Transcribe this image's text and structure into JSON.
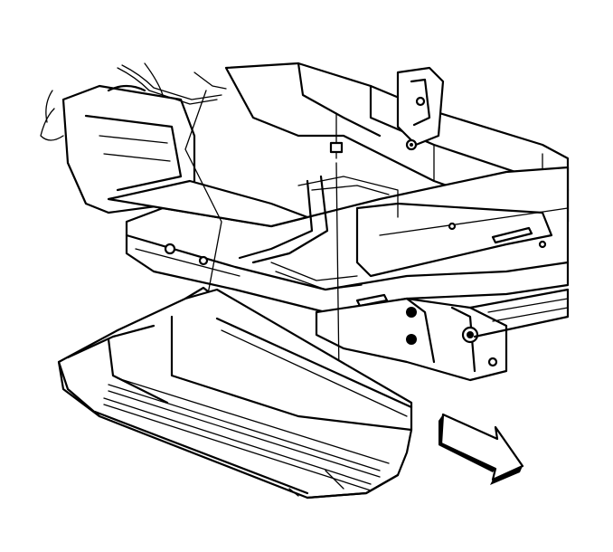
{
  "figure": {
    "subject": "running-board-assist-step-removal",
    "colors": {
      "line": "#000000",
      "background": "#ffffff"
    },
    "icons": [
      "frame-rail",
      "fuel-tank",
      "brake-lines",
      "running-board-step",
      "bracket",
      "bolt",
      "forward-direction-arrow"
    ]
  }
}
